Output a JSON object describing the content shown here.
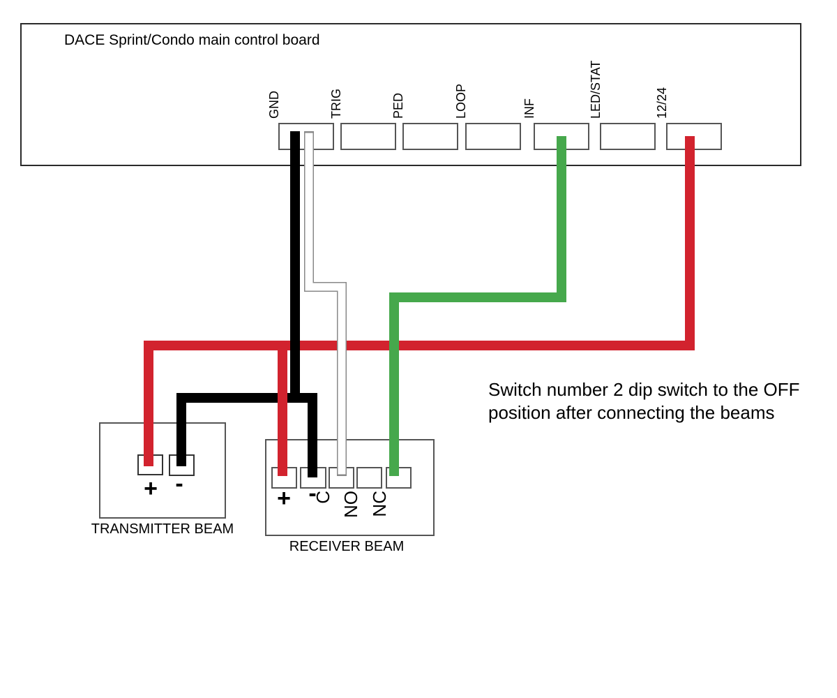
{
  "board": {
    "title": "DACE Sprint/Condo main control board",
    "terminals": [
      {
        "label": "GND"
      },
      {
        "label": "TRIG"
      },
      {
        "label": "PED"
      },
      {
        "label": "LOOP"
      },
      {
        "label": "INF"
      },
      {
        "label": "LED/STAT"
      },
      {
        "label": "12/24"
      }
    ]
  },
  "transmitter": {
    "title": "TRANSMITTER BEAM",
    "terminals": [
      {
        "label": "+"
      },
      {
        "label": "-"
      }
    ]
  },
  "receiver": {
    "title": "RECEIVER BEAM",
    "terminals": [
      {
        "label": "+"
      },
      {
        "label": "-"
      },
      {
        "label": "C"
      },
      {
        "label": "NO"
      },
      {
        "label": "NC"
      }
    ]
  },
  "note": {
    "text": "Switch number 2 dip switch to the OFF\nposition after connecting the beams"
  },
  "colors": {
    "red": "#d2232e",
    "black": "#000000",
    "green": "#46a84c",
    "white_wire_fill": "#ffffff",
    "white_wire_outline": "#888888"
  }
}
